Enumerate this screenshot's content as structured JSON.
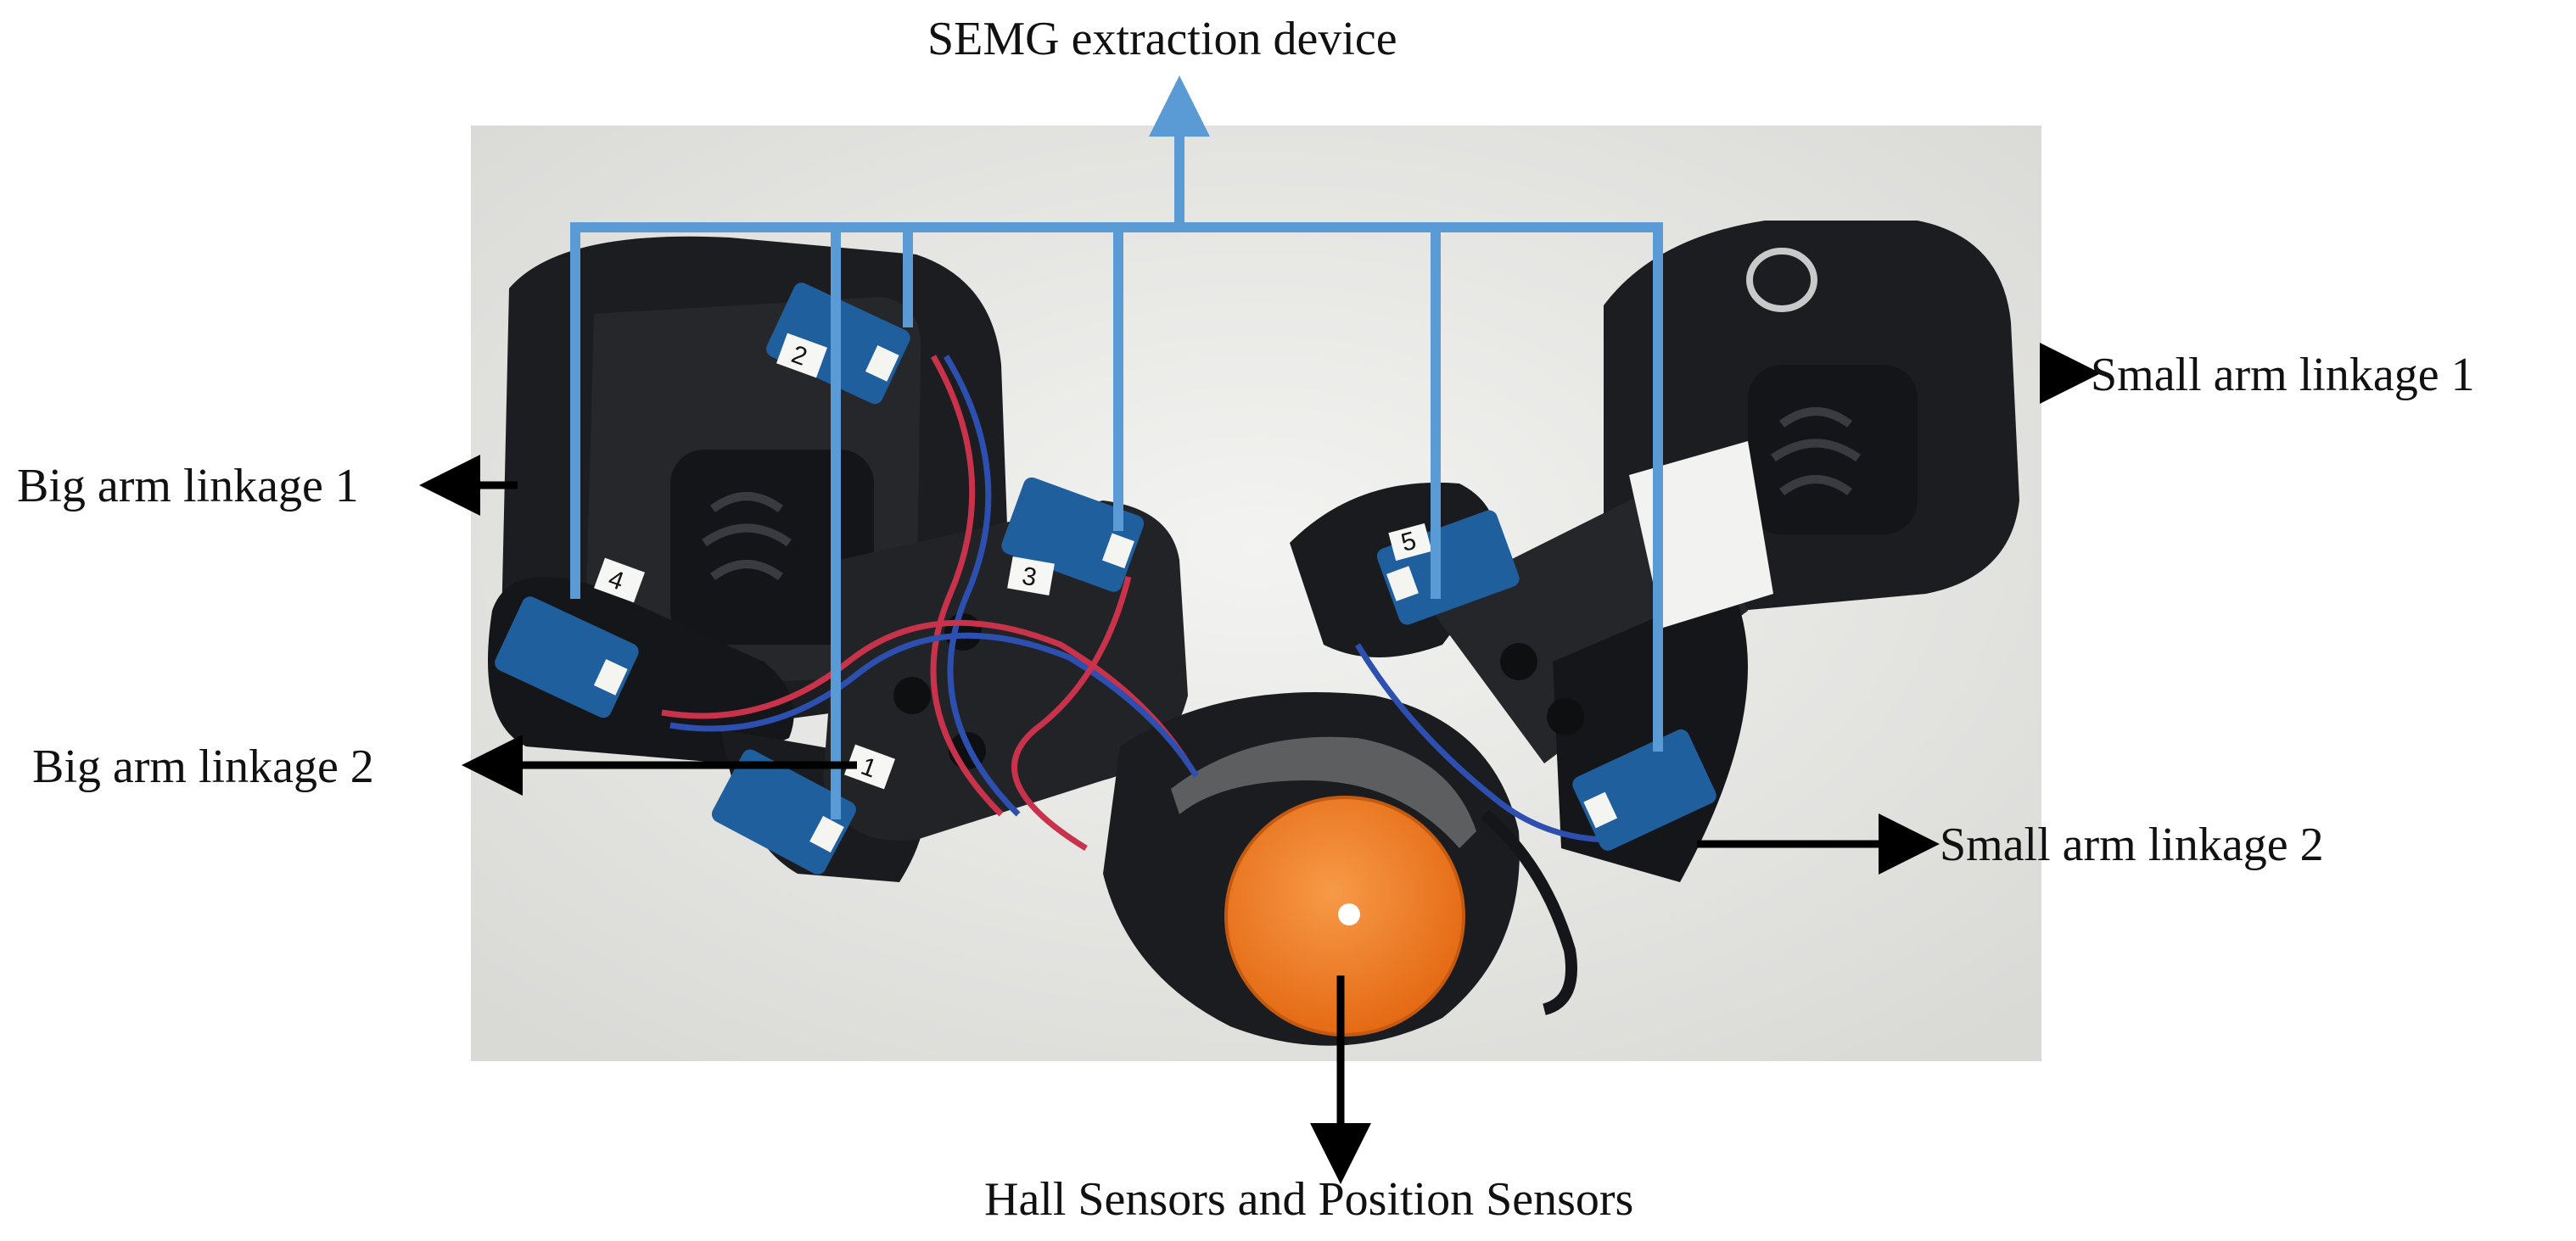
{
  "figure": {
    "labels": {
      "semg": "SEMG extraction device",
      "big_arm_1": "Big arm linkage 1",
      "big_arm_2": "Big arm linkage 2",
      "small_arm_1": "Small arm linkage 1",
      "small_arm_2": "Small arm linkage 2",
      "hall": "Hall Sensors and Position Sensors"
    },
    "sensor_labels": [
      "4",
      "2",
      "3",
      "1",
      "5"
    ],
    "colors": {
      "connector_blue": "#5b9bd5",
      "arrow_black": "#000000",
      "background_wall": "#e9e9e7",
      "device_black": "#1c1d20",
      "pcb_blue": "#1f5f9e",
      "hall_orange": "#f07a22",
      "wire_red": "#c8324a",
      "wire_blue": "#2c4fb0",
      "velcro_white": "#f2f2f0"
    },
    "icons": {
      "sensor_boards": "pcb-board-icon",
      "hall_sensor": "orange-disc-icon",
      "arrows": "arrow-icon"
    }
  }
}
